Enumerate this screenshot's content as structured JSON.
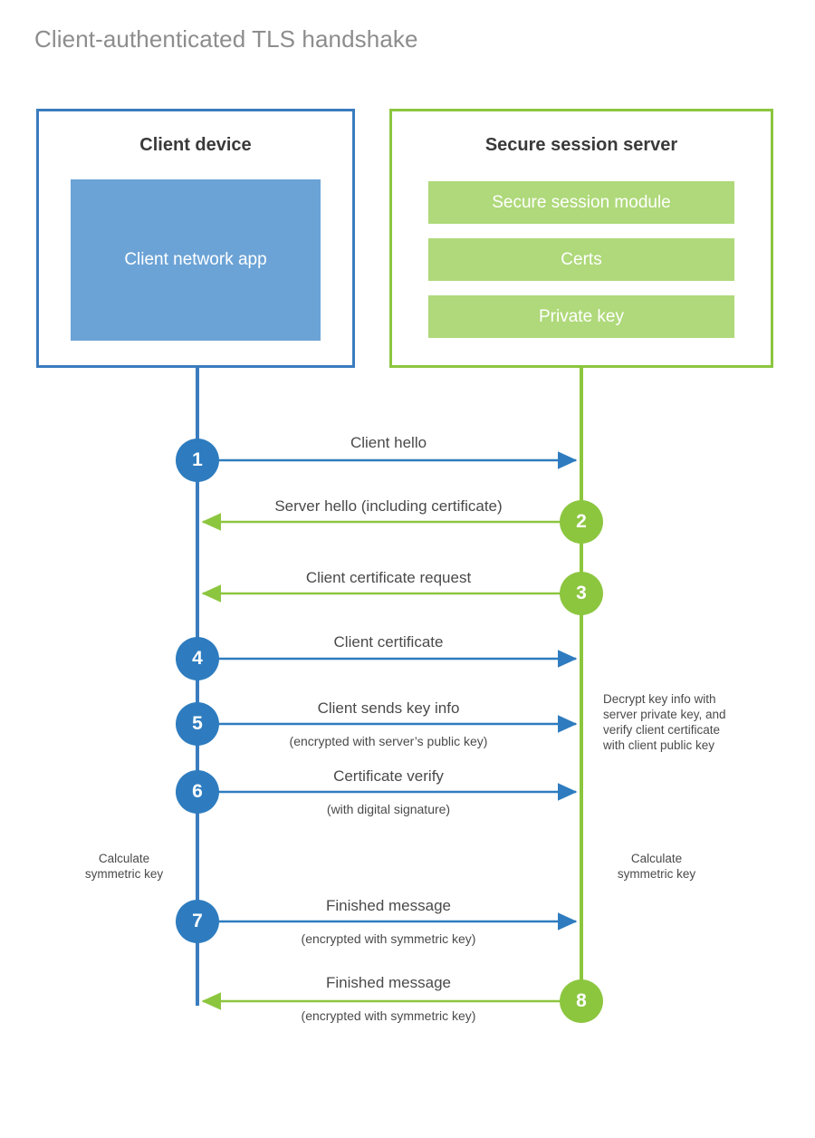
{
  "title": "Client-authenticated TLS handshake",
  "colors": {
    "client_border": "#3A7CBE",
    "client_fill": "#6BA3D6",
    "client_accent": "#2E7CBF",
    "server_border": "#8CC63F",
    "server_fill": "#AFD97A",
    "server_accent": "#8CC63F",
    "title_text": "#8d8d8d",
    "body_text": "#4a4a4a",
    "background": "#ffffff"
  },
  "client": {
    "title": "Client device",
    "app_label": "Client network app"
  },
  "server": {
    "title": "Secure session server",
    "blocks": [
      {
        "label": "Secure session module"
      },
      {
        "label": "Certs"
      },
      {
        "label": "Private key"
      }
    ]
  },
  "steps": [
    {
      "number": "1",
      "origin": "client",
      "direction": "right",
      "label": "Client hello",
      "sublabel": ""
    },
    {
      "number": "2",
      "origin": "server",
      "direction": "left",
      "label": "Server hello (including certificate)",
      "sublabel": ""
    },
    {
      "number": "3",
      "origin": "server",
      "direction": "left",
      "label": "Client certificate request",
      "sublabel": ""
    },
    {
      "number": "4",
      "origin": "client",
      "direction": "right",
      "label": "Client certificate",
      "sublabel": ""
    },
    {
      "number": "5",
      "origin": "client",
      "direction": "right",
      "label": "Client sends key info",
      "sublabel": "(encrypted with server’s public key)"
    },
    {
      "number": "6",
      "origin": "client",
      "direction": "right",
      "label": "Certificate verify",
      "sublabel": "(with digital signature)"
    },
    {
      "number": "7",
      "origin": "client",
      "direction": "right",
      "label": "Finished message",
      "sublabel": "(encrypted with symmetric key)"
    },
    {
      "number": "8",
      "origin": "server",
      "direction": "left",
      "label": "Finished message",
      "sublabel": "(encrypted with symmetric key)"
    }
  ],
  "notes": {
    "server_decrypt": "Decrypt key info with server private key, and verify client certificate with client public key",
    "server_decrypt_lines": [
      "Decrypt key info with",
      "server private key, and",
      "verify client certificate",
      "with client public key"
    ],
    "client_calculate_lines": [
      "Calculate",
      "symmetric key"
    ],
    "server_calculate_lines": [
      "Calculate",
      "symmetric key"
    ]
  }
}
